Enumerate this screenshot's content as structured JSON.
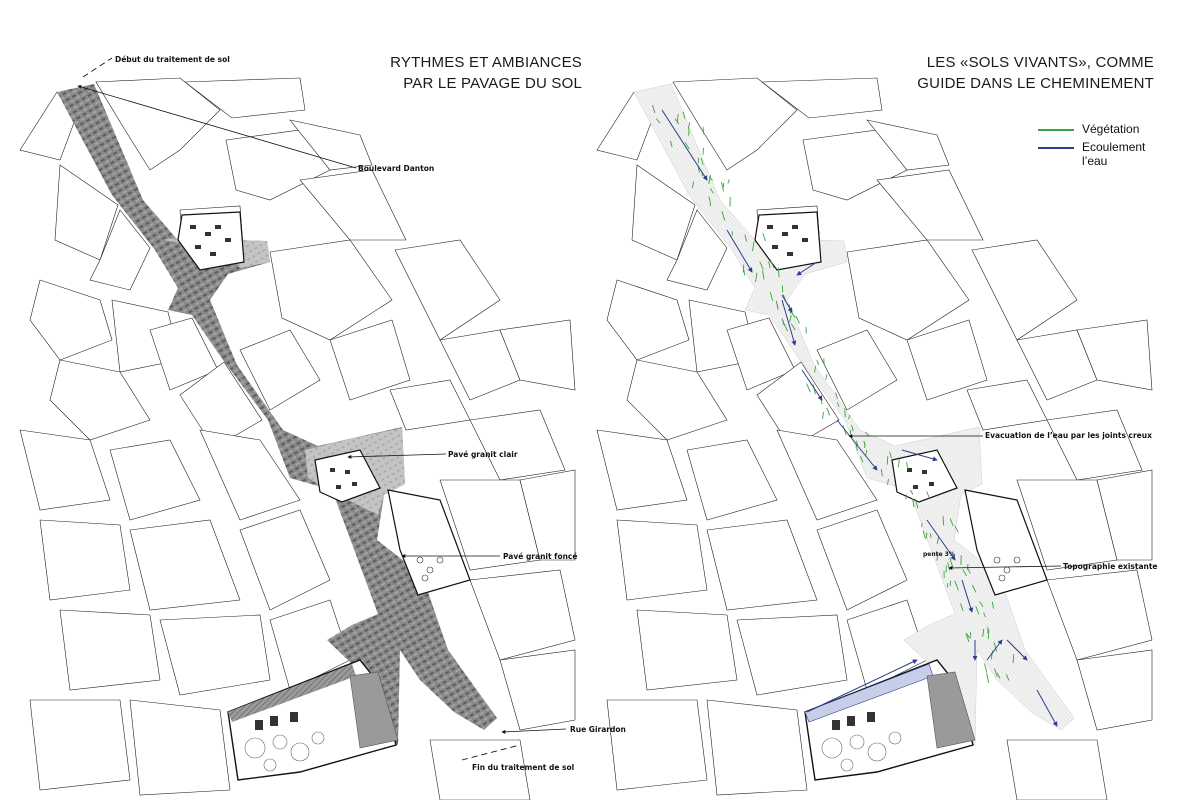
{
  "left_panel": {
    "title_line1": "RYTHMES ET AMBIANCES",
    "title_line2": "PAR LE PAVAGE DU SOL",
    "labels": {
      "debut": "Début du traitement de sol",
      "boulevard": "Boulevard Danton",
      "pave_clair": "Pavé granit clair",
      "pave_fonce": "Pavé granit foncé",
      "rue": "Rue Girardon",
      "fin": "Fin du traitement de sol"
    }
  },
  "right_panel": {
    "title_line1": "LES «SOLS VIVANTS», COMME",
    "title_line2": "GUIDE DANS LE CHEMINEMENT",
    "legend": {
      "vegetation": "Végétation",
      "ecoulement_1": "Ecoulement",
      "ecoulement_2": "l’eau"
    },
    "labels": {
      "evacuation": "Evacuation de l’eau par les joints creux",
      "pente": "pente 3%",
      "topographie": "Topographie existante"
    }
  },
  "colors": {
    "vegetation": "#3aa53a",
    "ecoulement": "#2d3e8f",
    "pave_fonce": "#7e7e7e",
    "pave_clair": "#bdbdbd",
    "building_line": "#222222"
  }
}
